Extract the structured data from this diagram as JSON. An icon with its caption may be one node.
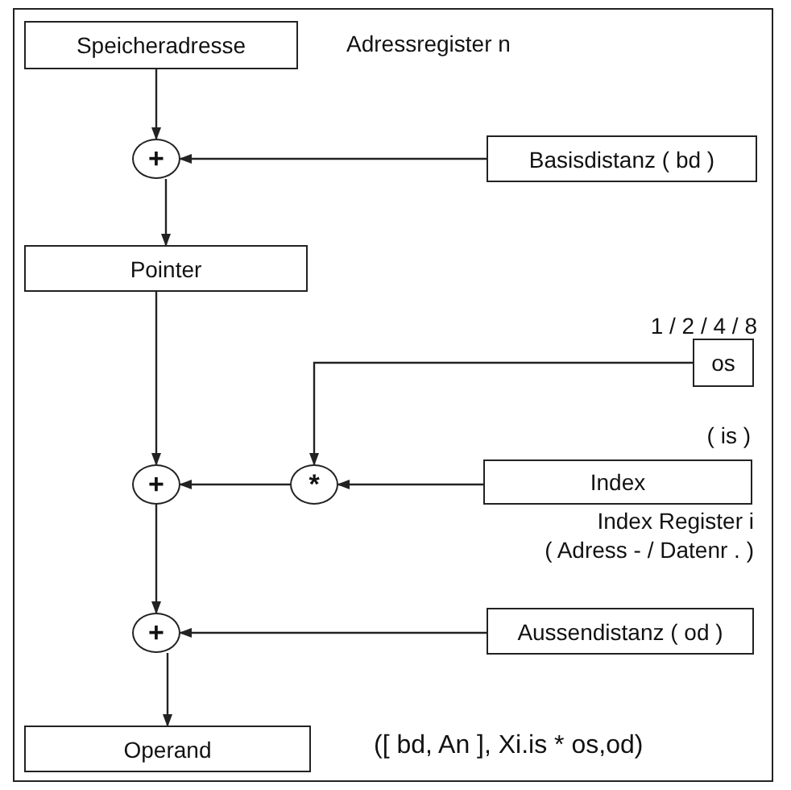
{
  "diagram": {
    "nodes": [
      {
        "text": [
          "Speicheradresse"
        ],
        "beside": [
          "Adressregister  n"
        ]
      },
      {
        "text": [
          "+"
        ]
      },
      {
        "text": [
          "Basisdistanz  ( bd )"
        ]
      },
      {
        "text": [
          "Pointer"
        ]
      },
      {
        "text": [
          "os"
        ],
        "beside": [
          "1 / 2 / 4 / 8"
        ]
      },
      {
        "text": [
          "+"
        ]
      },
      {
        "text": [
          "*"
        ]
      },
      {
        "text": [
          "Index"
        ],
        "beside": [
          "( is )",
          "Index  Register  i",
          "( Adress - / Datenr . )"
        ]
      },
      {
        "text": [
          "+"
        ]
      },
      {
        "text": [
          "Aussendistanz  ( od )"
        ]
      },
      {
        "text": [
          "Operand"
        ]
      }
    ],
    "edges": [
      {
        "from": 0,
        "to": 1,
        "arrow": "to"
      },
      {
        "from": 2,
        "to": 1,
        "arrow": "to"
      },
      {
        "from": 1,
        "to": 3,
        "arrow": "to"
      },
      {
        "from": 3,
        "to": 5,
        "arrow": "to"
      },
      {
        "from": 4,
        "to": 6,
        "arrow": "to"
      },
      {
        "from": 6,
        "to": 5,
        "arrow": "to"
      },
      {
        "from": 7,
        "to": 6,
        "arrow": "to"
      },
      {
        "from": 5,
        "to": 8,
        "arrow": "to"
      },
      {
        "from": 9,
        "to": 8,
        "arrow": "to"
      },
      {
        "from": 8,
        "to": 10,
        "arrow": "to"
      }
    ],
    "labels": [
      "([ bd, An ], Xi.is * os,od)"
    ]
  }
}
